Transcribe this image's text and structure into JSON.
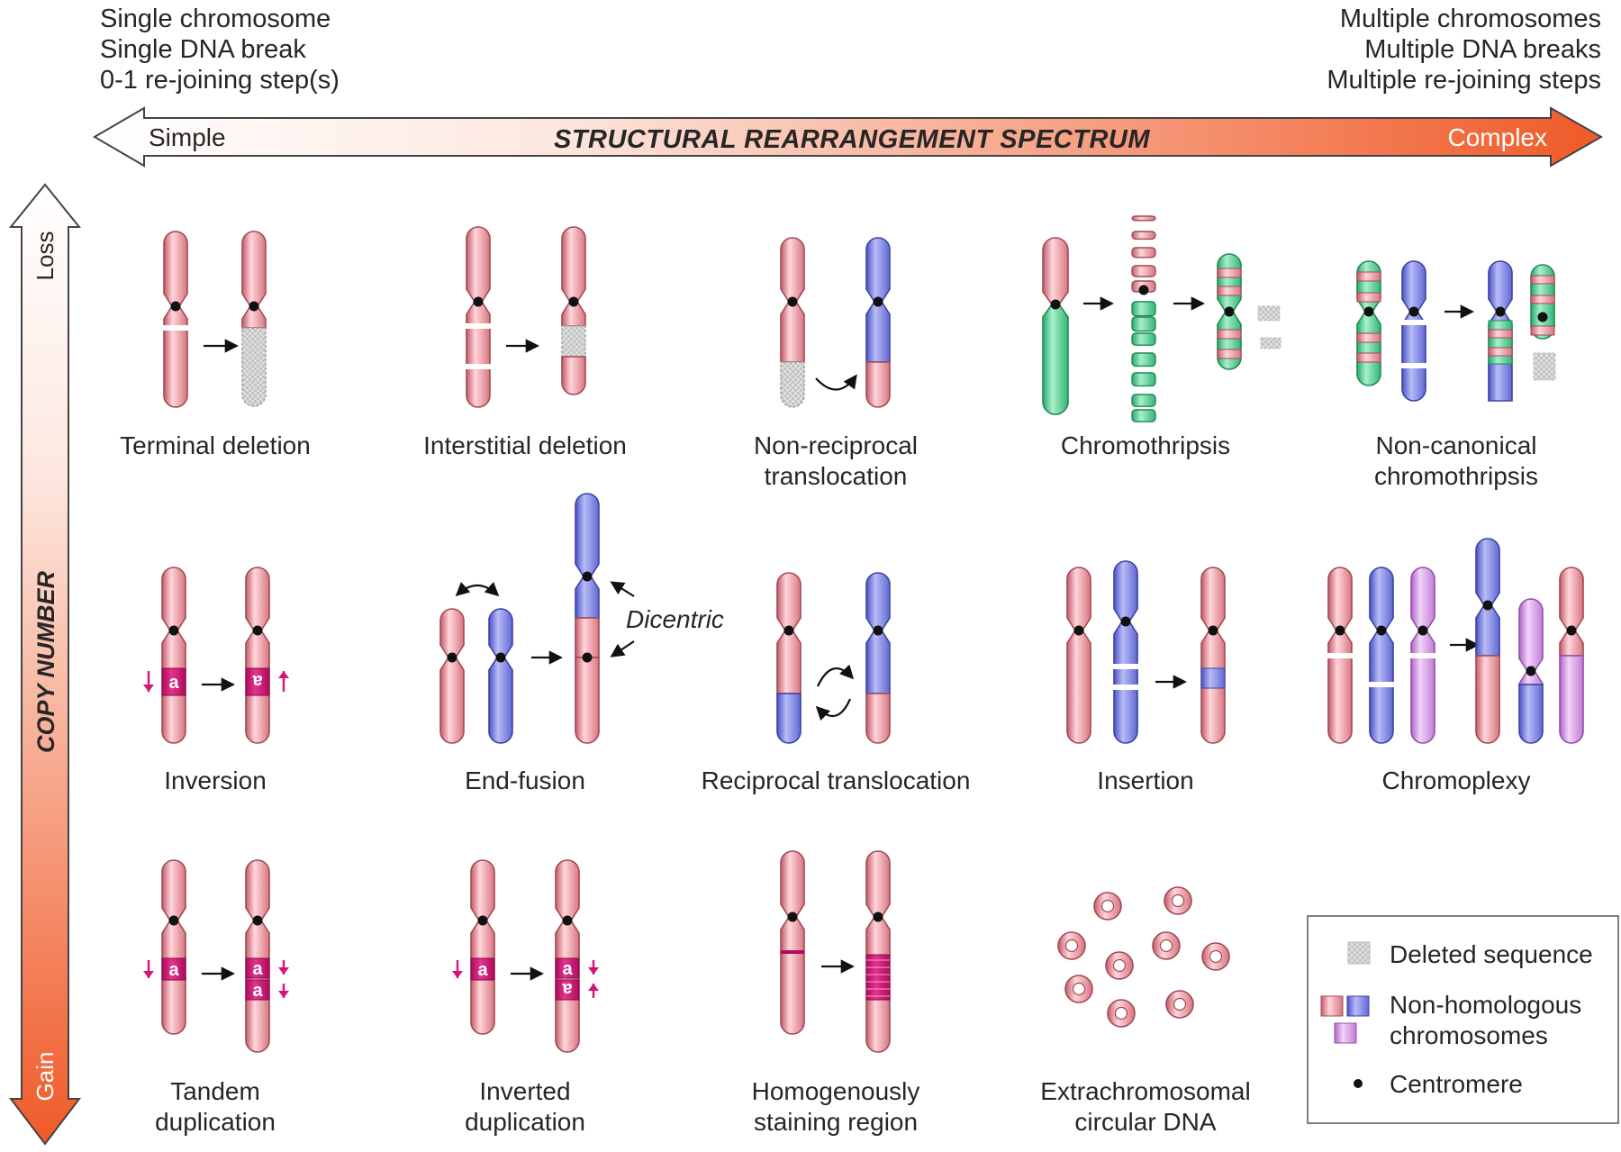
{
  "header": {
    "left_lines": [
      "Single chromosome",
      "Single DNA break",
      "0-1 re-joining step(s)"
    ],
    "right_lines": [
      "Multiple chromosomes",
      "Multiple DNA breaks",
      "Multiple re-joining steps"
    ]
  },
  "spectrum_arrow": {
    "title": "STRUCTURAL REARRANGEMENT SPECTRUM",
    "left_label": "Simple",
    "right_label": "Complex"
  },
  "copy_number_arrow": {
    "title": "COPY NUMBER",
    "top_label": "Loss",
    "bottom_label": "Gain"
  },
  "panels": [
    {
      "id": "terminal-deletion",
      "lines": [
        "Terminal deletion"
      ]
    },
    {
      "id": "interstitial-deletion",
      "lines": [
        "Interstitial deletion"
      ]
    },
    {
      "id": "non-reciprocal-translocation",
      "lines": [
        "Non-reciprocal",
        "translocation"
      ]
    },
    {
      "id": "chromothripsis",
      "lines": [
        "Chromothripsis"
      ]
    },
    {
      "id": "non-canonical-chromothripsis",
      "lines": [
        "Non-canonical",
        "chromothripsis"
      ]
    },
    {
      "id": "inversion",
      "lines": [
        "Inversion"
      ]
    },
    {
      "id": "end-fusion",
      "lines": [
        "End-fusion"
      ]
    },
    {
      "id": "reciprocal-translocation",
      "lines": [
        "Reciprocal translocation"
      ]
    },
    {
      "id": "insertion",
      "lines": [
        "Insertion"
      ]
    },
    {
      "id": "chromoplexy",
      "lines": [
        "Chromoplexy"
      ]
    },
    {
      "id": "tandem-duplication",
      "lines": [
        "Tandem",
        "duplication"
      ]
    },
    {
      "id": "inverted-duplication",
      "lines": [
        "Inverted",
        "duplication"
      ]
    },
    {
      "id": "homogenously-staining-region",
      "lines": [
        "Homogenously",
        "staining region"
      ]
    },
    {
      "id": "extrachromosomal-circular-dna",
      "lines": [
        "Extrachromosomal",
        "circular DNA"
      ]
    }
  ],
  "annotations": {
    "dicentric": "Dicentric",
    "gene_letter": "a"
  },
  "legend": {
    "deleted": "Deleted sequence",
    "nonhomologous_1": "Non-homologous",
    "nonhomologous_2": "chromosomes",
    "centromere": "Centromere"
  },
  "colors": {
    "chromosome_red": "#f0a0a8",
    "chromosome_blue": "#8a90e8",
    "chromosome_green": "#5ccf98",
    "chromosome_purple": "#dca0ec",
    "deleted_grey": "#d6d6d6",
    "gene_magenta": "#d6137a",
    "arrow_orange": "#f06030"
  }
}
